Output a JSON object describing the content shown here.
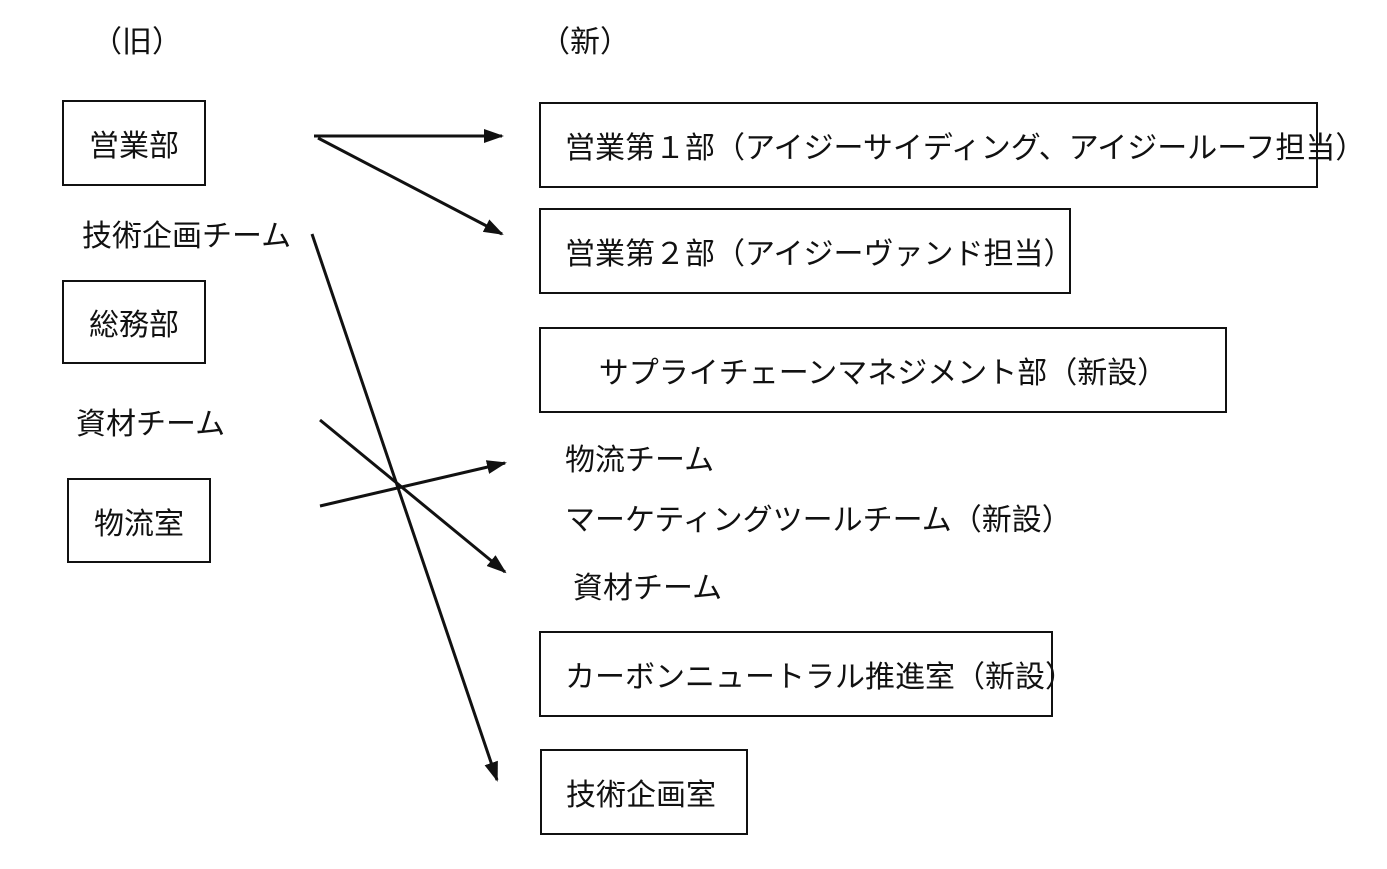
{
  "headers": {
    "old": "（旧）",
    "new": "（新）"
  },
  "old_units": {
    "sales": "営業部",
    "tech_planning_team": "技術企画チーム",
    "general_affairs": "総務部",
    "materials_team": "資材チーム",
    "logistics_office": "物流室"
  },
  "new_units": {
    "sales_1": "営業第１部（アイジーサイディング、アイジールーフ担当）",
    "sales_2": "営業第２部（アイジーヴァンド担当）",
    "scm": "サプライチェーンマネジメント部（新設）",
    "logistics_team": "物流チーム",
    "marketing_tool_team": "マーケティングツールチーム（新設）",
    "materials_team": "資材チーム",
    "carbon_neutral": "カーボンニュートラル推進室（新設）",
    "tech_planning_office": "技術企画室"
  },
  "colors": {
    "stroke": "#111111",
    "background": "#ffffff"
  }
}
